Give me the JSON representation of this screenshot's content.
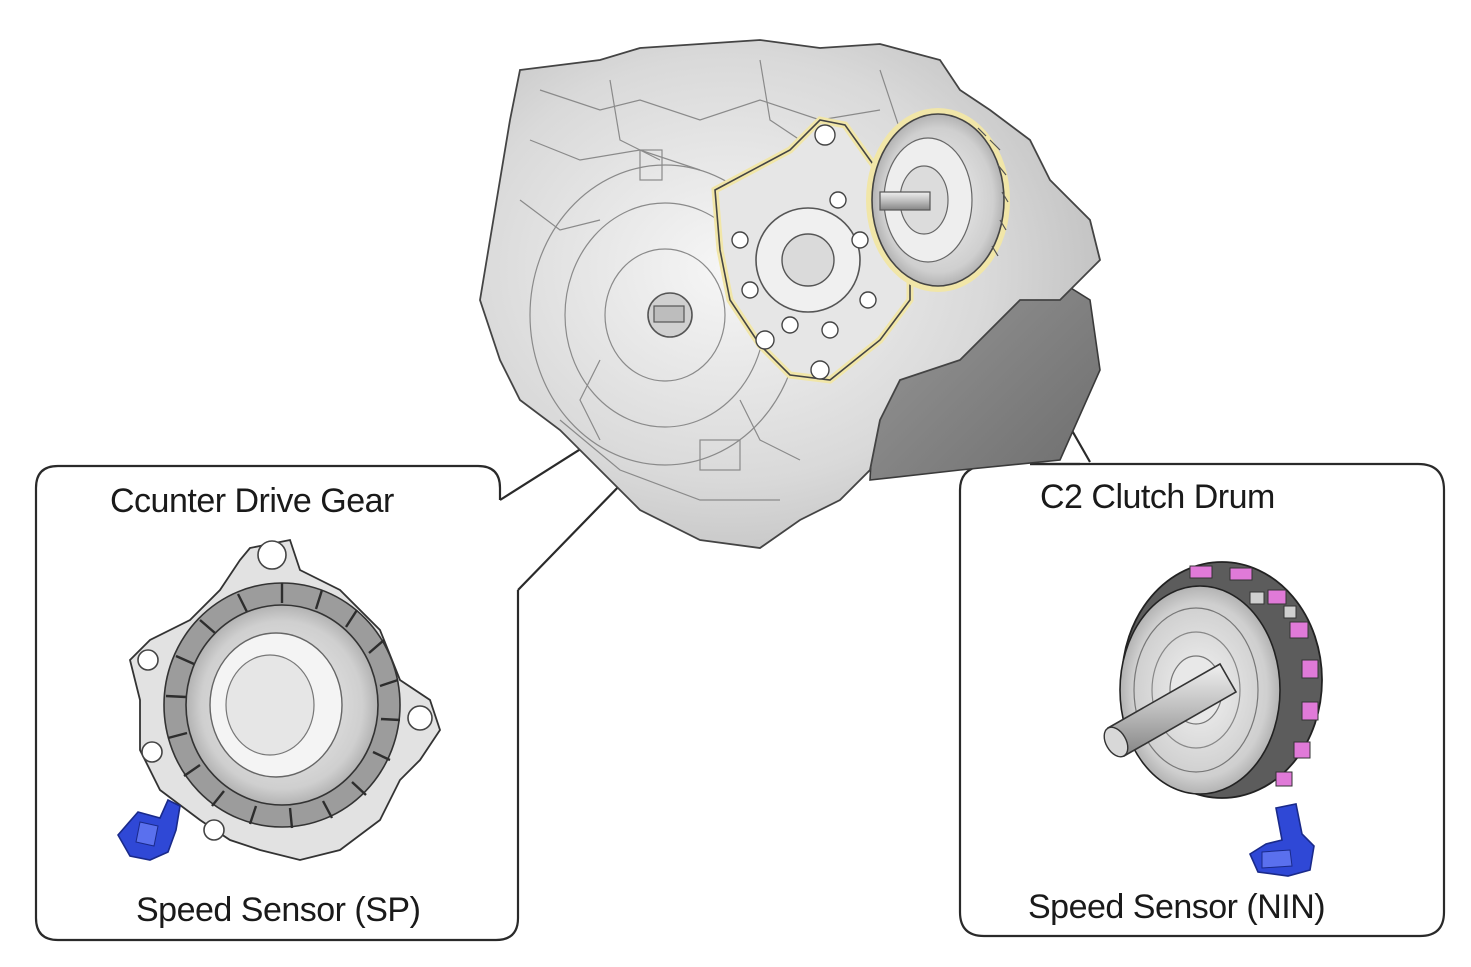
{
  "callouts": {
    "left": {
      "title": "Ccunter Drive Gear",
      "sensor": "Speed Sensor (SP)"
    },
    "right": {
      "title": "C2 Clutch Drum",
      "sensor": "Speed Sensor (NIN)"
    }
  },
  "colors": {
    "sensor": "#2f48d6",
    "drum_highlight": "#e07ad8",
    "outline": "#2a2a2a",
    "highlight_ring": "#f1e6a8"
  },
  "icons": {
    "transaxle": "transaxle-assembly-illustration",
    "gear": "counter-drive-gear-illustration",
    "drum": "c2-clutch-drum-illustration",
    "sensor": "speed-sensor-icon"
  }
}
